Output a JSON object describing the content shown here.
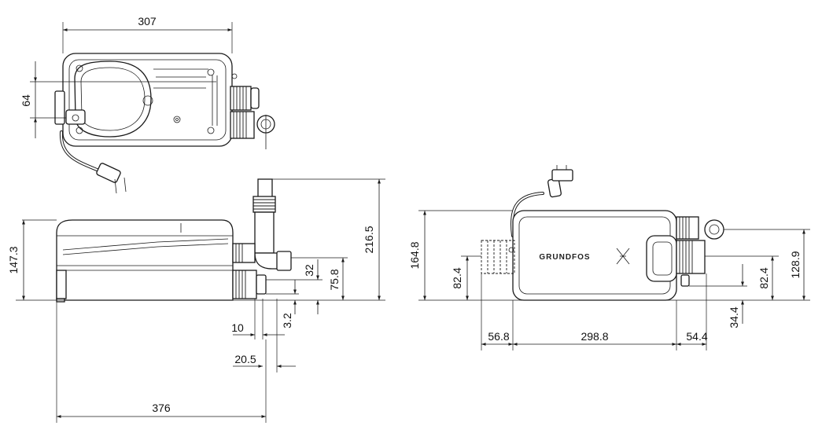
{
  "dimensions": {
    "top_width": "307",
    "top_offset": "64",
    "side_height": "147.3",
    "outlet_height": "216.5",
    "outlet_top": "75.8",
    "inlet_offset": "32",
    "inlet_base": "3.2",
    "pipe_gap": "10",
    "pipe_outer": "20.5",
    "overall_length": "376",
    "rear_height": "164.8",
    "rear_inlet_left": "82.4",
    "rear_inlet_right": "82.4",
    "rear_outlet_height": "128.9",
    "rear_base_offset": "34.4",
    "rear_left_width": "56.8",
    "rear_body_width": "298.8",
    "rear_right_width": "54.4"
  },
  "brand": {
    "logo_text": "GRUNDFOS"
  }
}
